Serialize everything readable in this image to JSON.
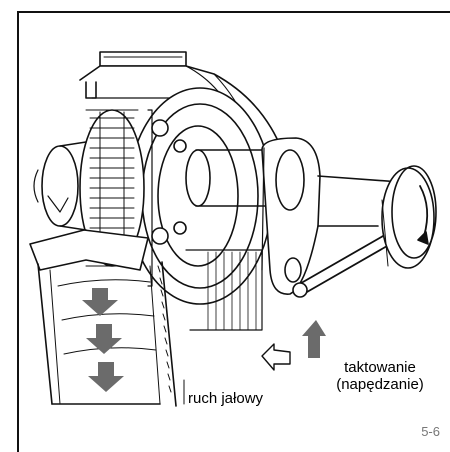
{
  "labels": {
    "clocking_line1": "taktowanie",
    "clocking_line2": "(napędzanie)",
    "idle": "ruch jałowy"
  },
  "figure_number": "5-6",
  "colors": {
    "line": "#111111",
    "arrow_fill": "#6b6b6b",
    "background": "#ffffff"
  }
}
